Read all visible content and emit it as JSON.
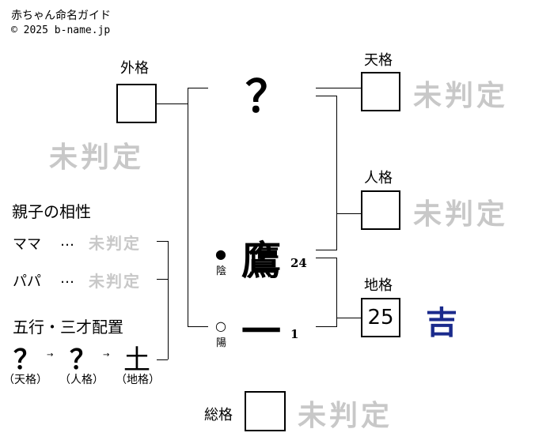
{
  "header": {
    "title": "赤ちゃん命名ガイド",
    "copyright": "© 2025 b-name.jp"
  },
  "kaku": {
    "gaikaku": {
      "label": "外格",
      "value": "",
      "judgement": "未判定"
    },
    "tenkaku": {
      "label": "天格",
      "value": "",
      "judgement": "未判定"
    },
    "jinkaku": {
      "label": "人格",
      "value": "",
      "judgement": "未判定"
    },
    "chikaku": {
      "label": "地格",
      "value": "25",
      "judgement": "吉"
    },
    "soukaku": {
      "label": "総格",
      "value": "",
      "judgement": "未判定"
    }
  },
  "name_chars": [
    {
      "char": "？",
      "strokes": "",
      "yinyang_mark": "",
      "yinyang": ""
    },
    {
      "char": "鷹",
      "strokes": "24",
      "yinyang_mark": "●",
      "yinyang": "陰"
    },
    {
      "char": "一",
      "strokes": "1",
      "yinyang_mark": "○",
      "yinyang": "陽"
    }
  ],
  "compat": {
    "title": "親子の相性",
    "mama": {
      "label": "ママ",
      "dots": "…",
      "result": "未判定"
    },
    "papa": {
      "label": "パパ",
      "dots": "…",
      "result": "未判定"
    }
  },
  "gogyo": {
    "title": "五行・三才配置",
    "items": [
      {
        "elem": "？",
        "label": "（天格）"
      },
      {
        "elem": "？",
        "label": "（人格）"
      },
      {
        "elem": "土",
        "label": "（地格）"
      }
    ],
    "arrow": "→"
  },
  "colors": {
    "good": "#1a2a8c",
    "watermark": "#c8c8c8"
  }
}
